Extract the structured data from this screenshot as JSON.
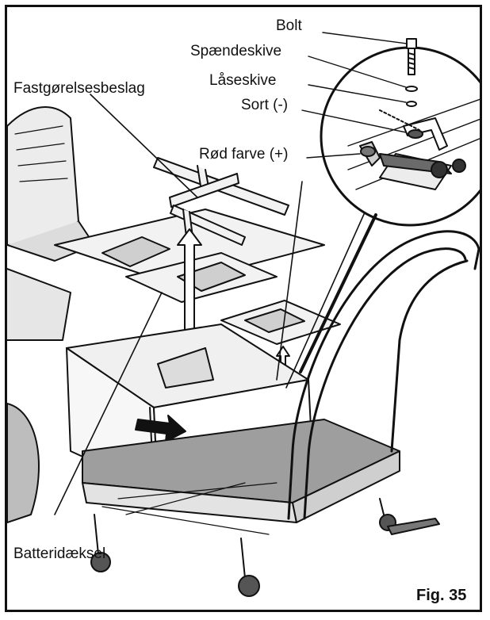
{
  "figure": {
    "caption": "Fig. 35",
    "labels": {
      "bolt": "Bolt",
      "washer": "Spændeskive",
      "lock_washer": "Låseskive",
      "black_negative": "Sort (-)",
      "red_positive": "Rød farve (+)",
      "hold_down_bracket": "Fastgørelsesbeslag",
      "battery_cover": "Batteridæksel"
    }
  },
  "colors": {
    "line": "#111111",
    "fill_light": "#ececec",
    "fill_mid": "#c9c9c9",
    "fill_dark": "#6a6a6a"
  }
}
